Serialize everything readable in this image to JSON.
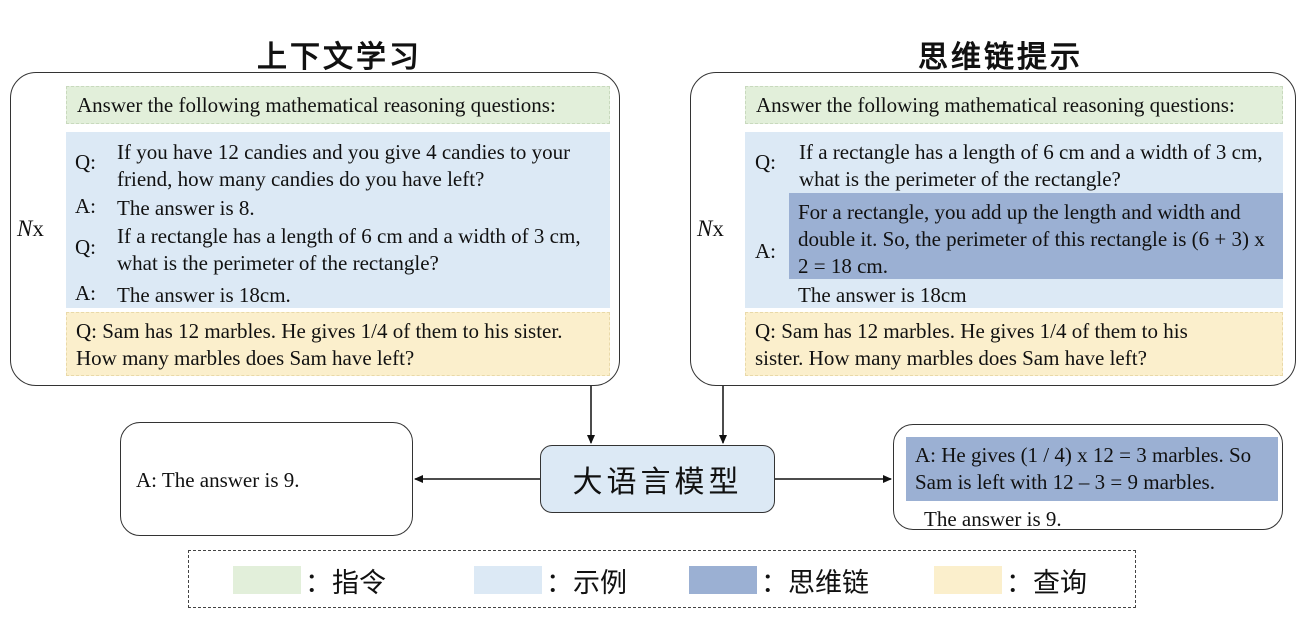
{
  "left": {
    "title": "上下文学习",
    "nx_italic": "N",
    "nx_suffix": "x",
    "instruction": "Answer the following mathematical reasoning questions:",
    "q_label": "Q:",
    "a_label": "A:",
    "q1": "If you have 12 candies and you give 4 candies to your friend, how many candies do you have left?",
    "a1": "The answer is 8.",
    "q2": "If a rectangle has a length of 6 cm and a width of 3 cm, what is the perimeter of the rectangle?",
    "a2": "The answer is 18cm.",
    "query": "Q: Sam has 12 marbles. He gives 1/4 of them to his sister. How many marbles does Sam have left?"
  },
  "right": {
    "title": "思维链提示",
    "nx_italic": "N",
    "nx_suffix": "x",
    "instruction": "Answer the following mathematical reasoning questions:",
    "q_label": "Q:",
    "a_label": "A:",
    "q1": "If a rectangle has a length of 6 cm and a width of 3 cm, what is the perimeter of the rectangle?",
    "cot": "For a rectangle, you add up the length and width and double it. So, the perimeter of this rectangle is (6 + 3) x 2 = 18 cm.",
    "answer": "The answer is 18cm",
    "query": "Q: Sam has 12 marbles. He gives 1/4 of them to his sister. How many marbles does Sam have left?"
  },
  "llm_label": "大语言模型",
  "output_left": "A: The answer is 9.",
  "output_right": {
    "cot": "A: He gives (1 / 4) x 12 = 3 marbles. So Sam is left with 12 – 3 = 9 marbles.",
    "answer": "The answer is 9."
  },
  "legend": {
    "instruction": "：指令",
    "example": "：示例",
    "cot": "：思维链",
    "query": "：查询"
  },
  "colors": {
    "instruction": "#e2efda",
    "example": "#dce9f5",
    "cot": "#9bb0d3",
    "query": "#fbefcc"
  }
}
